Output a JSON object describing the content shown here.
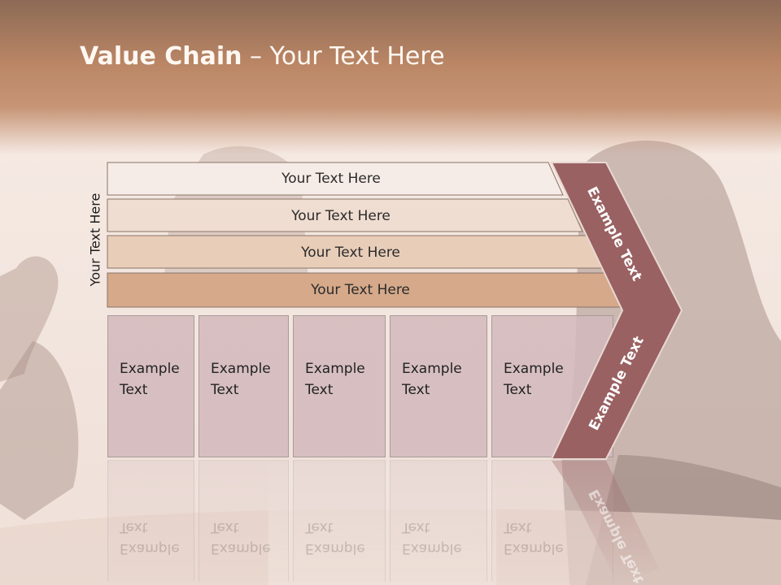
{
  "slide": {
    "title_bold": "Value Chain",
    "title_rest": " – Your Text Here",
    "vertical_label": "Your Text Here"
  },
  "stack": [
    {
      "label": "Your Text Here",
      "color": "#f6ece7"
    },
    {
      "label": "Your Text Here",
      "color": "#efddd1"
    },
    {
      "label": "Your Text Here",
      "color": "#e8cdb9"
    },
    {
      "label": "Your Text Here",
      "color": "#d5a98a"
    }
  ],
  "boxes": [
    {
      "line1": "Example",
      "line2": "Text"
    },
    {
      "line1": "Example",
      "line2": "Text"
    },
    {
      "line1": "Example",
      "line2": "Text"
    },
    {
      "line1": "Example",
      "line2": "Text"
    },
    {
      "line1": "Example",
      "line2": "Text"
    }
  ],
  "chevron": {
    "upper_label": "Example Text",
    "lower_label": "Example Text",
    "color": "#9a6162"
  }
}
